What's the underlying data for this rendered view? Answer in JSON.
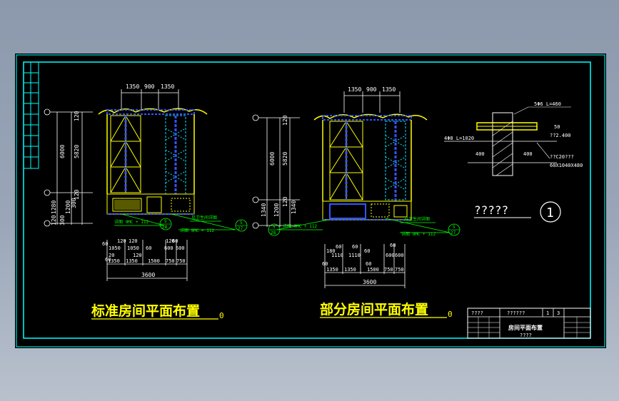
{
  "colors": {
    "background": "#000000",
    "frame": "#00ffff",
    "dimension": "#ffffff",
    "wall": "#ffff00",
    "hatch_blue": "#3355ff",
    "rebar_cyan": "#00e5ff",
    "callout_green": "#00ff00",
    "title_yellow": "#ffff00"
  },
  "left_plan": {
    "top_dims": [
      "1350",
      "900",
      "1350"
    ],
    "left_dims": [
      "6000",
      "5820",
      "120",
      "120",
      "1280",
      "300",
      "1200",
      "300",
      "120"
    ],
    "callout_a": "详图 9MC + 112",
    "callout_b": "详图 9MC + 112",
    "callout_c": "见卫生间详图",
    "bubble_a_top": "5",
    "bubble_a_bottom": "28",
    "bubble_b_top": "5",
    "bubble_b_bottom": "27",
    "bottom_dims_row1": [
      "60",
      "120",
      "120",
      "120",
      "60"
    ],
    "bottom_dims_row2": [
      "1050",
      "1050",
      "60",
      "600",
      "600"
    ],
    "bottom_dims_row3": [
      "20",
      "120",
      "60"
    ],
    "bottom_dims_row4": [
      "1350",
      "1350",
      "1500",
      "750",
      "750"
    ],
    "total_dim": "3600",
    "title": "标准房间平面布置",
    "scale_mark": "0"
  },
  "right_plan": {
    "top_dims": [
      "1350",
      "900",
      "1350"
    ],
    "left_dims": [
      "6000",
      "5820",
      "120",
      "120",
      "1340",
      "1200",
      "1340"
    ],
    "callout_a": "详图 9MC + 112",
    "callout_b": "详图 9MC + 112",
    "callout_c": "见卫生间详图",
    "bubble_a_top": "5",
    "bubble_a_bottom": "28",
    "bubble_b_top": "5",
    "bubble_b_bottom": "27",
    "bottom_dims_row1": [
      "180",
      "60",
      "60",
      "60",
      "60"
    ],
    "bottom_dims_row2": [
      "1110",
      "1110",
      "600",
      "600"
    ],
    "bottom_dims_row3": [
      "60",
      "60"
    ],
    "bottom_dims_row4": [
      "1350",
      "1350",
      "1500",
      "750",
      "750"
    ],
    "total_dim": "3600",
    "title": "部分房间平面布置",
    "scale_mark": "0"
  },
  "detail": {
    "label_top": "5Φ6 L=460",
    "label_left": "4Φ8 L=1020",
    "label_right_1": "50",
    "label_right_2": "??2.400",
    "label_dim_left": "400",
    "label_dim_right": "400",
    "label_bottom_1": "??C20???",
    "label_bottom_2": "60X1040X480",
    "caption": "?????",
    "number": "1"
  },
  "title_block": {
    "cell_1": "????",
    "cell_2": "??????",
    "cell_3": "1",
    "cell_4": "3",
    "drawing_name": "房间平面布置",
    "drawing_sub": "????"
  }
}
